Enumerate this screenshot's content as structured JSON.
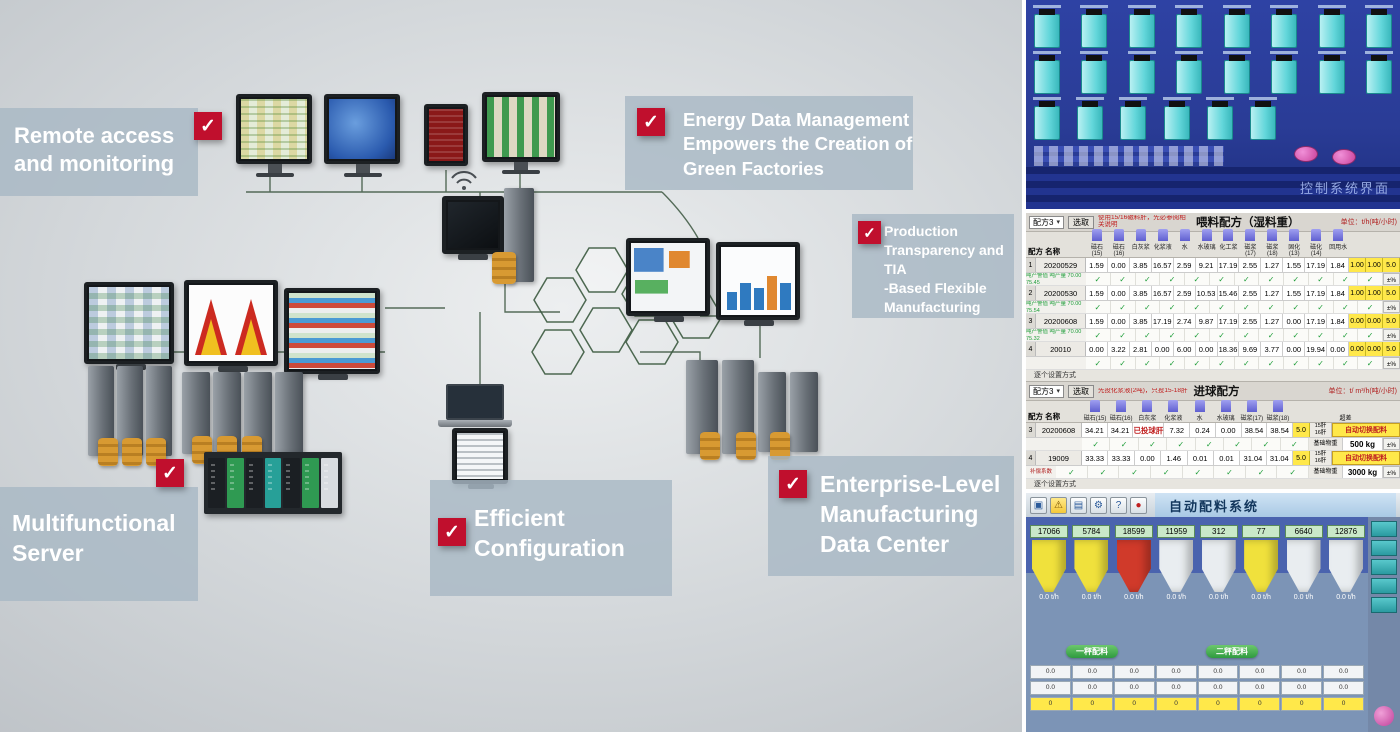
{
  "check_glyph": "✓",
  "icons": {
    "chevron_down": "▾",
    "monitor": "▣",
    "warning": "⚠",
    "report": "▤",
    "gear": "⚙",
    "help": "?",
    "stop": "●"
  },
  "colors": {
    "accent_red": "#c00f2d",
    "callout_bg": "rgba(168,184,196,0.82)",
    "hmi_blue": "#2b3f9e",
    "tank_cyan": "#7fe0e4",
    "cell_yellow": "#ffe84a",
    "check_green": "#1f9e3a"
  },
  "callouts": {
    "remote": "Remote access\nand monitoring",
    "energy": "Energy Data Management\nEmpowers the Creation of\nGreen Factories",
    "production": "Production\nTransparency and TIA\n-Based Flexible\nManufacturing",
    "enterprise": "Enterprise-Level\nManufacturing\nData Center",
    "efficient": "Efficient\nConfiguration",
    "server": "Multifunctional\nServer"
  },
  "control_screen": {
    "caption": "控制系统界面"
  },
  "recipe_screen": {
    "feed": {
      "recipe_select": "配方3",
      "pick": "选取",
      "note": "使用15/16磁料肝，先必参阅相关说明",
      "title": "喂料配方（湿料重）",
      "unit": "单位：t/h(吨/小时)",
      "col_label": "配方 名称",
      "headers": [
        "磁石(15)",
        "磁石(16)",
        "白灰浆",
        "化浆液",
        "水",
        "水玻璃",
        "化工浆",
        "磁浆(17)",
        "磁浆(18)",
        "固化(13)",
        "磁化(14)",
        "回用水"
      ],
      "rows": [
        {
          "idx": "1",
          "name": "20200529",
          "vals": [
            "1.59",
            "0.00",
            "3.85",
            "16.57",
            "2.59",
            "9.21",
            "17.19",
            "2.55",
            "1.27",
            "1.55",
            "17.19",
            "1.84"
          ],
          "extra1": "1.00",
          "extra2": "1.00",
          "limit": "5.0",
          "info": "吨产警值 吨产量 70.00 75.45",
          "checks": [
            "✓",
            "✓",
            "✓",
            "✓",
            "✓",
            "✓",
            "✓",
            "✓",
            "✓",
            "✓",
            "✓",
            "✓"
          ],
          "tol": "±%"
        },
        {
          "idx": "2",
          "name": "20200530",
          "vals": [
            "1.59",
            "0.00",
            "3.85",
            "16.57",
            "2.59",
            "10.53",
            "15.46",
            "2.55",
            "1.27",
            "1.55",
            "17.19",
            "1.84"
          ],
          "extra1": "1.00",
          "extra2": "1.00",
          "limit": "5.0",
          "info": "吨产警值 吨产量 70.00 75.54",
          "checks": [
            "✓",
            "✓",
            "✓",
            "✓",
            "✓",
            "✓",
            "✓",
            "✓",
            "✓",
            "✓",
            "✓",
            "✓"
          ],
          "tol": "±%"
        },
        {
          "idx": "3",
          "name": "20200608",
          "vals": [
            "1.59",
            "0.00",
            "3.85",
            "17.19",
            "2.74",
            "9.87",
            "17.19",
            "2.55",
            "1.27",
            "0.00",
            "17.19",
            "1.84"
          ],
          "extra1": "0.00",
          "extra2": "0.00",
          "limit": "5.0",
          "info": "吨产警值 吨产量 70.00 75.32",
          "checks": [
            "✓",
            "✓",
            "✓",
            "✓",
            "✓",
            "✓",
            "✓",
            "✓",
            "✓",
            "✓",
            "✓",
            "✓"
          ],
          "tol": "±%"
        },
        {
          "idx": "4",
          "name": "20010",
          "vals": [
            "0.00",
            "3.22",
            "2.81",
            "0.00",
            "6.00",
            "0.00",
            "18.36",
            "9.69",
            "3.77",
            "0.00",
            "19.94",
            "0.00"
          ],
          "extra1": "0.00",
          "extra2": "0.00",
          "limit": "5.0",
          "info": "",
          "checks": [
            "✓",
            "✓",
            "✓",
            "✓",
            "✓",
            "✓",
            "✓",
            "✓",
            "✓",
            "✓",
            "✓",
            "✓"
          ],
          "tol": "±%"
        }
      ],
      "footer": "逐个设置方式"
    },
    "ball": {
      "recipe_select": "配方3",
      "pick": "选取",
      "note": "先投化浆液(2吨)，只投15-18肝",
      "title": "进球配方",
      "unit": "单位：t/ m³/h(吨/小时)",
      "col_label": "配方 名称",
      "headers": [
        "磁石(15)",
        "磁石(16)",
        "白灰浆",
        "化浆液",
        "水",
        "水玻璃",
        "磁浆(17)",
        "磁浆(18)"
      ],
      "limit_header": "超差",
      "rows": [
        {
          "idx": "3",
          "name": "20200608",
          "vals": [
            "34.21",
            "34.21",
            "已投球肝",
            "7.32",
            "0.24",
            "0.00",
            "38.54",
            "38.54"
          ],
          "limit": "5.0",
          "bins": "15肝\n16肝",
          "switch_label": "自动切换配料",
          "base_label": "基础物重",
          "base_weight": "500 kg",
          "tol": "±%",
          "extra": "",
          "checks": [
            "✓",
            "✓",
            "✓",
            "✓",
            "✓",
            "✓",
            "✓",
            "✓"
          ]
        },
        {
          "idx": "4",
          "name": "19009",
          "vals": [
            "33.33",
            "33.33",
            "0.00",
            "1.46",
            "0.01",
            "0.01",
            "31.04",
            "31.04"
          ],
          "limit": "5.0",
          "bins": "15肝\n16肝",
          "switch_label": "自动切换配料",
          "base_label": "基础物重",
          "base_weight": "3000 kg",
          "tol": "±%",
          "extra": "补偿系数",
          "checks": [
            "✓",
            "✓",
            "✓",
            "✓",
            "✓",
            "✓",
            "✓",
            "✓"
          ]
        }
      ],
      "footer": "逐个设置方式"
    }
  },
  "batching_screen": {
    "title": "自动配料系统",
    "hoppers": [
      {
        "value": "17066",
        "color": "#f0e13c",
        "rate": "0.0 t/h"
      },
      {
        "value": "5784",
        "color": "#f0e13c",
        "rate": "0.0 t/h"
      },
      {
        "value": "18599",
        "color": "#d03a2a",
        "rate": "0.0 t/h"
      },
      {
        "value": "11959",
        "color": "#e9edf0",
        "rate": "0.0 t/h"
      },
      {
        "value": "312",
        "color": "#e9edf0",
        "rate": "0.0 t/h"
      },
      {
        "value": "77",
        "color": "#f0e13c",
        "rate": "0.0 t/h"
      },
      {
        "value": "6640",
        "color": "#e9edf0",
        "rate": "0.0 t/h"
      },
      {
        "value": "12876",
        "color": "#e9edf0",
        "rate": "0.0 t/h"
      }
    ],
    "buttons": [
      "一秤配料",
      "二秤配料"
    ],
    "table_rows": [
      {
        "cls": "",
        "cells": [
          "0.0",
          "0.0",
          "0.0",
          "0.0",
          "0.0",
          "0.0",
          "0.0",
          "0.0"
        ]
      },
      {
        "cls": "",
        "cells": [
          "0.0",
          "0.0",
          "0.0",
          "0.0",
          "0.0",
          "0.0",
          "0.0",
          "0.0"
        ]
      },
      {
        "cls": "yellow-row",
        "cells": [
          "0",
          "0",
          "0",
          "0",
          "0",
          "0",
          "0",
          "0"
        ]
      }
    ]
  }
}
